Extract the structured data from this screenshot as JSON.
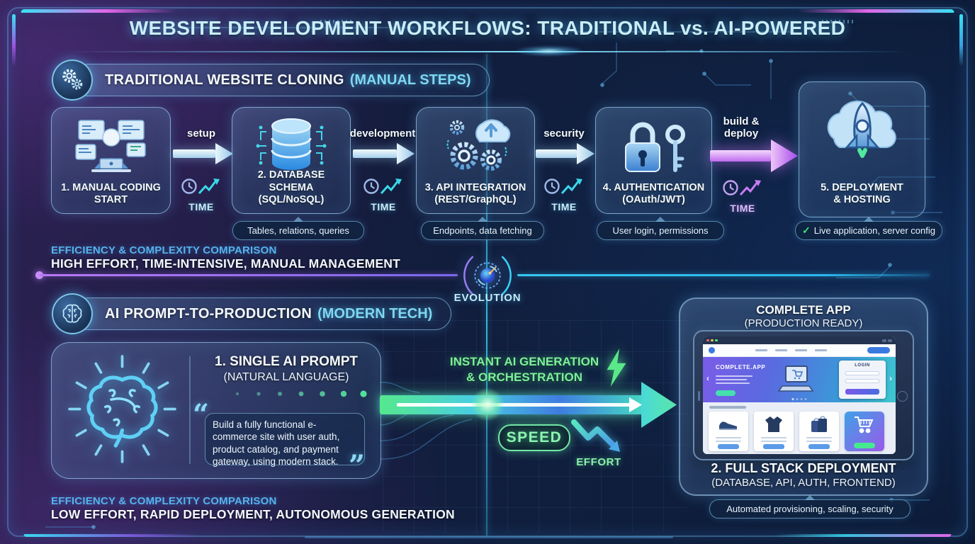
{
  "title": "WEBSITE DEVELOPMENT WORKFLOWS: TRADITIONAL vs. AI-POWERED",
  "icons": {
    "check": "✓",
    "quote_open": "“",
    "quote_close": "”",
    "chevron_left": "‹",
    "chevron_right": "›"
  },
  "traditional": {
    "header": "TRADITIONAL WEBSITE CLONING",
    "header_paren": "(MANUAL STEPS)",
    "steps": [
      {
        "line1": "1. MANUAL CODING",
        "line2": "START",
        "tooltip": ""
      },
      {
        "line1": "2. DATABASE SCHEMA",
        "line2": "(SQL/NoSQL)",
        "tooltip": "Tables, relations, queries"
      },
      {
        "line1": "3. API INTEGRATION",
        "line2": "(REST/GraphQL)",
        "tooltip": "Endpoints, data fetching"
      },
      {
        "line1": "4. AUTHENTICATION",
        "line2": "(OAuth/JWT)",
        "tooltip": "User login, permissions"
      },
      {
        "line1": "5. DEPLOYMENT",
        "line2": "& HOSTING",
        "tooltip": "Live application, server config"
      }
    ],
    "arrows": [
      {
        "label": "setup",
        "time_label": "TIME"
      },
      {
        "label": "development",
        "time_label": "TIME"
      },
      {
        "label": "security",
        "time_label": "TIME"
      },
      {
        "label": "build & deploy",
        "time_label": "TIME"
      }
    ],
    "comparison_heading": "EFFICIENCY & COMPLEXITY COMPARISON",
    "comparison_text": "HIGH EFFORT, TIME-INTENSIVE, MANUAL MANAGEMENT"
  },
  "evolution_label": "EVOLUTION",
  "ai": {
    "header": "AI PROMPT-TO-PRODUCTION",
    "header_paren": "(MODERN TECH)",
    "prompt_title": "1. SINGLE AI PROMPT",
    "prompt_subtitle": "(NATURAL LANGUAGE)",
    "prompt_quote": "Build a fully functional e-commerce site with user auth, product catalog, and payment gateway, using modern stack.",
    "generation_line1": "INSTANT AI GENERATION",
    "generation_line2": "& ORCHESTRATION",
    "speed_label": "SPEED",
    "effort_label": "EFFORT",
    "result_title": "COMPLETE APP",
    "result_subtitle": "(PRODUCTION READY)",
    "mock_app": {
      "brand": "COMPLETE.APP",
      "login_title": "LOGIN"
    },
    "deployment_title": "2. FULL STACK DEPLOYMENT",
    "deployment_subtitle": "(DATABASE, API, AUTH, FRONTEND)",
    "deployment_tooltip": "Automated provisioning, scaling, security",
    "comparison_heading": "EFFICIENCY & COMPLEXITY COMPARISON",
    "comparison_text": "LOW EFFORT, RAPID DEPLOYMENT, AUTONOMOUS GENERATION"
  },
  "colors": {
    "accent_cyan": "#5fd6f5",
    "accent_green": "#72eea0",
    "accent_purple": "#c77df2",
    "heading_blue": "#56b2ee",
    "arrow_light": "#cfe8f7"
  }
}
